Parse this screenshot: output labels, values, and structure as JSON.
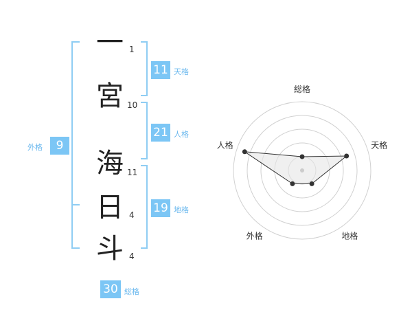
{
  "name": {
    "chars": [
      {
        "char": "一",
        "strokes": "1"
      },
      {
        "char": "宮",
        "strokes": "10"
      },
      {
        "char": "海",
        "strokes": "11"
      },
      {
        "char": "日",
        "strokes": "4"
      },
      {
        "char": "斗",
        "strokes": "4"
      }
    ]
  },
  "kakusu": {
    "tenkaku": {
      "value": "11",
      "label": "天格"
    },
    "jinkaku": {
      "value": "21",
      "label": "人格"
    },
    "chikaku": {
      "value": "19",
      "label": "地格"
    },
    "gaikaku": {
      "value": "9",
      "label": "外格"
    },
    "soukaku": {
      "value": "30",
      "label": "総格"
    }
  },
  "colors": {
    "accent": "#7cc6f5",
    "bracket": "#8fcdf3",
    "label": "#6ab8ee"
  },
  "chart_data": {
    "type": "radar",
    "axes": [
      "総格",
      "天格",
      "地格",
      "外格",
      "人格"
    ],
    "values": [
      1.0,
      3.4,
      1.2,
      1.2,
      4.4
    ],
    "range": [
      0,
      5
    ],
    "rings": 5
  }
}
